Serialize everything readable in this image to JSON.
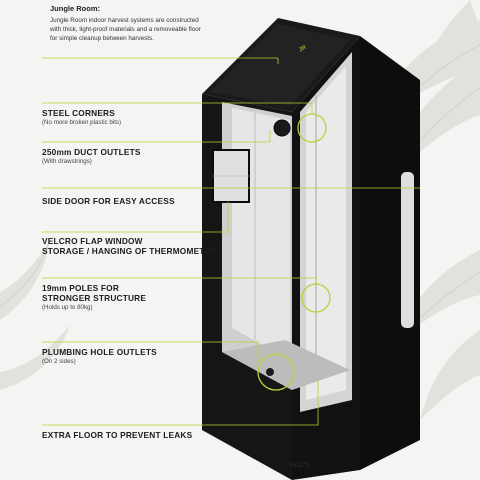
{
  "intro": {
    "title": "Jungle Room:",
    "lines": [
      "Jungle Room indoor harvest systems are constructed",
      "with thick, light-proof materials and a removeable floor",
      "for simple cleanup between harvests."
    ]
  },
  "features": [
    {
      "title": "STEEL CORNERS",
      "sub": "(No more broken plastic bits)"
    },
    {
      "title": "250mm DUCT OUTLETS",
      "sub": "(With drawstrings)"
    },
    {
      "title": "SIDE DOOR FOR EASY ACCESS"
    },
    {
      "title": "VELCRO FLAP WINDOW",
      "title2": "STORAGE / HANGING OF THERMOMETER"
    },
    {
      "title": "19mm POLES FOR",
      "title2": "STRONGER STRUCTURE",
      "sub": "(Holds up to 80kg)"
    },
    {
      "title": "PLUMBING HOLE OUTLETS",
      "sub": "(On 2 sides)"
    },
    {
      "title": "EXTRA FLOOR TO PREVENT LEAKS"
    }
  ],
  "product_code": "G0173",
  "colors": {
    "accent": "#b5d332",
    "tent_black": "#141414",
    "tent_silver": "#dcdcdc",
    "logo": "#7cb518"
  }
}
